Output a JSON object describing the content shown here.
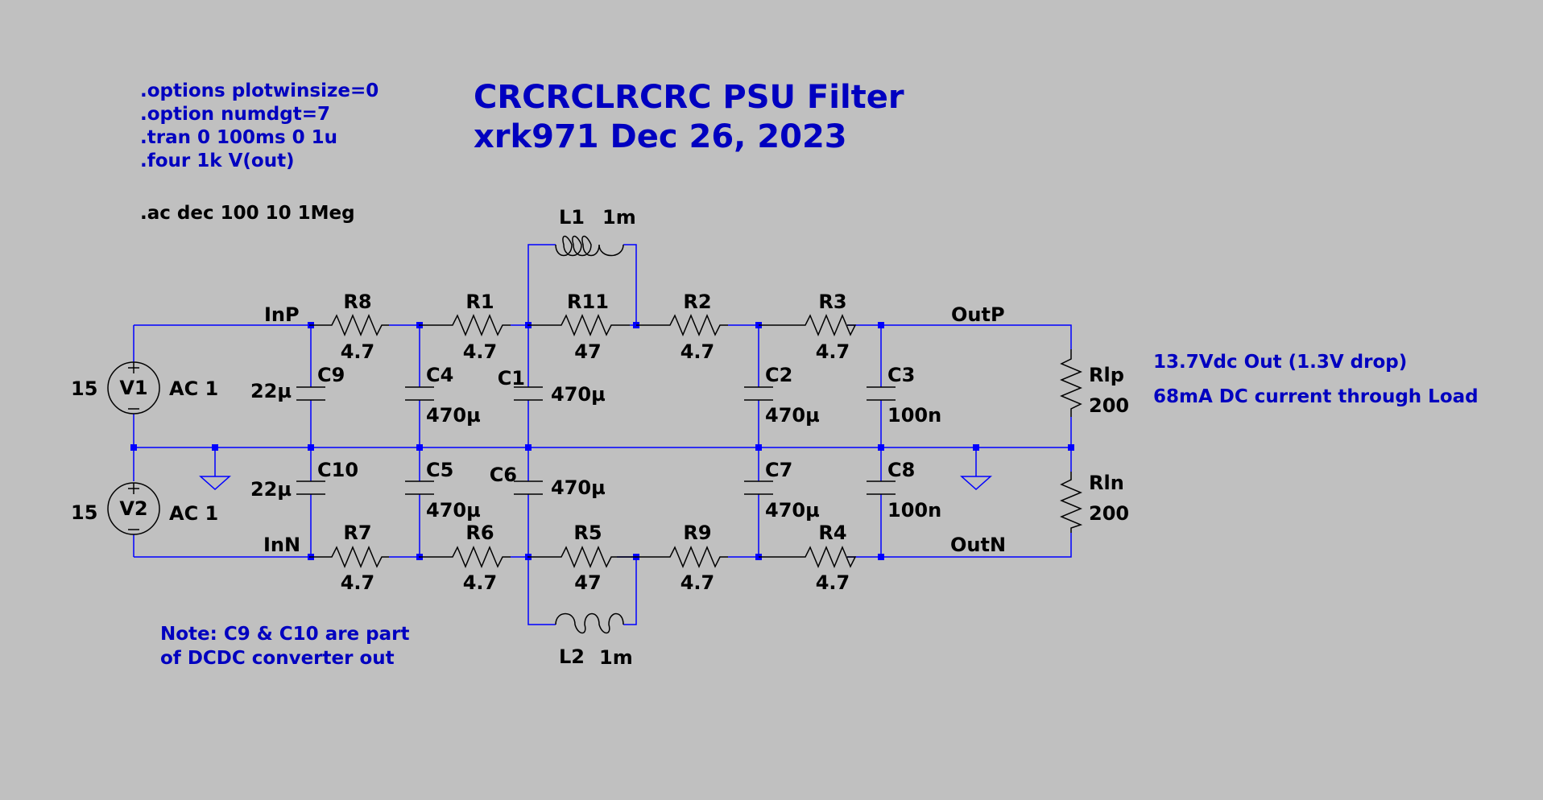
{
  "title": {
    "line1": "CRCRCLRCRC PSU Filter",
    "line2": "xrk971  Dec 26, 2023"
  },
  "directives": {
    "line1": ".options plotwinsize=0",
    "line2": ".option numdgt=7",
    "line3": ".tran 0 100ms 0 1u",
    "line4": ".four 1k V(out)",
    "line5": ".ac dec 100 10 1Meg"
  },
  "notes": {
    "output_voltage": "13.7Vdc Out (1.3V drop)",
    "load_current": "68mA DC current through Load",
    "converter_line1": "Note: C9 & C10 are part",
    "converter_line2": "of DCDC converter out"
  },
  "nets": {
    "in_p": "InP",
    "in_n": "InN",
    "out_p": "OutP",
    "out_n": "OutN"
  },
  "sources": {
    "v1": {
      "name": "V1",
      "value": "15",
      "ac": "AC 1"
    },
    "v2": {
      "name": "V2",
      "value": "15",
      "ac": "AC 1"
    }
  },
  "resistors": {
    "r8": {
      "name": "R8",
      "value": "4.7"
    },
    "r1": {
      "name": "R1",
      "value": "4.7"
    },
    "r11": {
      "name": "R11",
      "value": "47"
    },
    "r2": {
      "name": "R2",
      "value": "4.7"
    },
    "r3": {
      "name": "R3",
      "value": "4.7"
    },
    "r7": {
      "name": "R7",
      "value": "4.7"
    },
    "r6": {
      "name": "R6",
      "value": "4.7"
    },
    "r5": {
      "name": "R5",
      "value": "47"
    },
    "r9": {
      "name": "R9",
      "value": "4.7"
    },
    "r4": {
      "name": "R4",
      "value": "4.7"
    },
    "rlp": {
      "name": "Rlp",
      "value": "200"
    },
    "rln": {
      "name": "Rln",
      "value": "200"
    }
  },
  "capacitors": {
    "c9": {
      "name": "C9",
      "value": "22µ"
    },
    "c4": {
      "name": "C4",
      "value": "470µ"
    },
    "c1": {
      "name": "C1",
      "value": "470µ"
    },
    "c2": {
      "name": "C2",
      "value": "470µ"
    },
    "c3": {
      "name": "C3",
      "value": "100n"
    },
    "c10": {
      "name": "C10",
      "value": "22µ"
    },
    "c5": {
      "name": "C5",
      "value": "470µ"
    },
    "c6": {
      "name": "C6",
      "value": "470µ"
    },
    "c7": {
      "name": "C7",
      "value": "470µ"
    },
    "c8": {
      "name": "C8",
      "value": "100n"
    }
  },
  "inductors": {
    "l1": {
      "name": "L1",
      "value": "1m"
    },
    "l2": {
      "name": "L2",
      "value": "1m"
    }
  },
  "colors": {
    "background": "#c0c0c0",
    "wire": "#0000ff",
    "comment": "#0000c0",
    "component": "#000000"
  }
}
